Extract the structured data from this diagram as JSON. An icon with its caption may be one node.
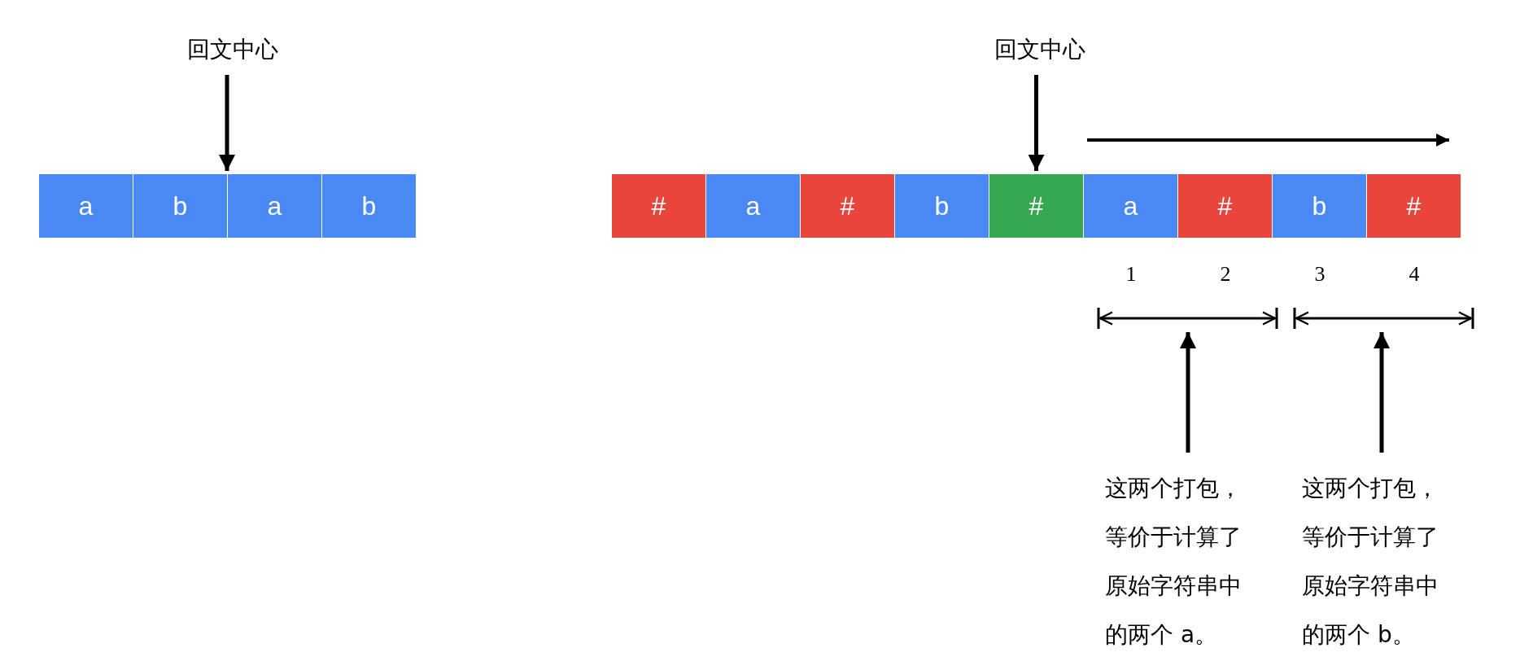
{
  "diagram": {
    "nodes": [
      {
        "text": [
          "回文中心"
        ]
      },
      {
        "text": [
          "回文中心"
        ]
      },
      {
        "text": [
          "a"
        ]
      },
      {
        "text": [
          "b"
        ]
      },
      {
        "text": [
          "a"
        ]
      },
      {
        "text": [
          "b"
        ]
      },
      {
        "text": [
          "#"
        ]
      },
      {
        "text": [
          "a"
        ]
      },
      {
        "text": [
          "#"
        ]
      },
      {
        "text": [
          "b"
        ]
      },
      {
        "text": [
          "#"
        ]
      },
      {
        "text": [
          "a"
        ]
      },
      {
        "text": [
          "#"
        ]
      },
      {
        "text": [
          "b"
        ]
      },
      {
        "text": [
          "#"
        ]
      },
      {
        "text": [
          "这两个打包，等价于计算了原始字符串中的两个 a。"
        ]
      },
      {
        "text": [
          "这两个打包，等价于计算了原始字符串中的两个 b。"
        ]
      }
    ],
    "edges": [
      {
        "from": 0,
        "to": 3,
        "arrow": "to"
      },
      {
        "from": 1,
        "to": 10,
        "arrow": "to"
      },
      {
        "from": 15,
        "to": null,
        "arrow": "to"
      },
      {
        "from": 16,
        "to": null,
        "arrow": "to"
      }
    ],
    "labels": [
      "1",
      "2",
      "3",
      "4"
    ]
  }
}
